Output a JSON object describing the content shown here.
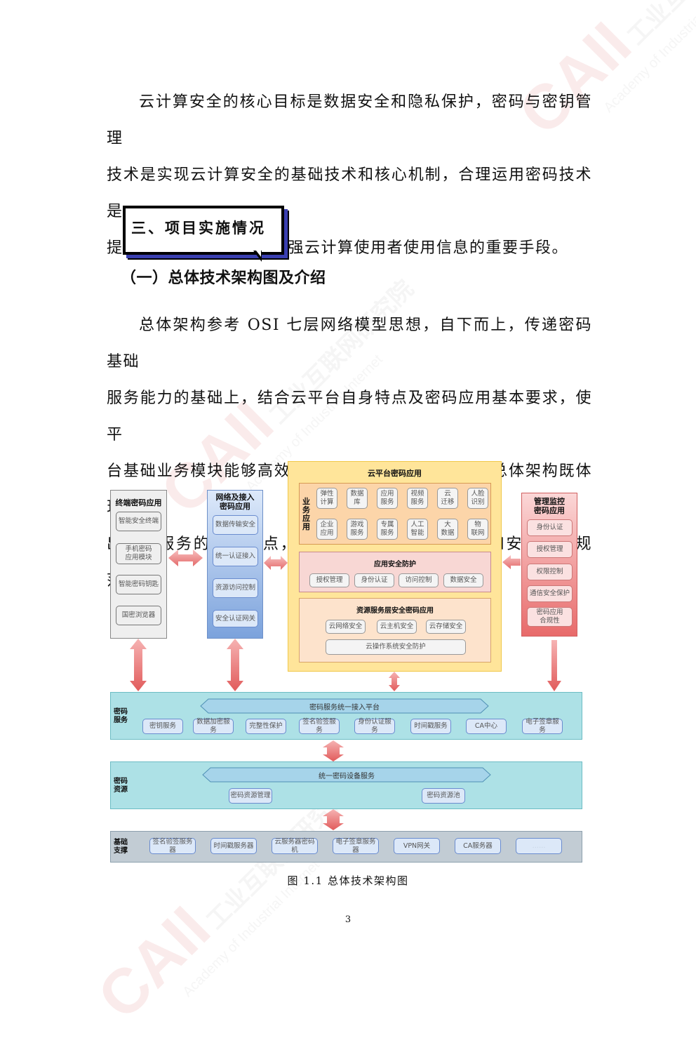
{
  "watermark": {
    "logo": "CAII",
    "org_zh": "工业互联网研究院",
    "org_en": "Academy of Industrial Internet"
  },
  "paragraphs": {
    "p1": [
      "云计算安全的核心目标是数据安全和隐私保护，密码与密钥管理",
      "技术是实现云计算安全的基础技术和核心机制，合理运用密码技术是",
      "提高云计算应用安全、增强云计算使用者使用信息的重要手段。"
    ],
    "p2": [
      "总体架构参考 OSI 七层网络模型思想，自下而上，传递密码基础",
      "服务能力的基础上，结合云平台自身特点及密码应用基本要求，使平",
      "台基础业务模块能够高效、集约化地调用密码功能。总体架构既体现",
      "出密码服务的技术特点，又兼顾了相应的密钥管理和安全管理规范。"
    ]
  },
  "section_title": "三、项目实施情况",
  "subsection_title": "（一）总体技术架构图及介绍",
  "diagram": {
    "terminal": {
      "title": "终端密码应用",
      "items": [
        "智能安全终端",
        "手机密码\n应用模块",
        "智能密码钥匙",
        "国密浏览器"
      ]
    },
    "network": {
      "title": "网络及接入\n密码应用",
      "items": [
        "数据传输安全",
        "统一认证接入",
        "资源访问控制",
        "安全认证网关"
      ]
    },
    "cloud": {
      "title": "云平台密码应用",
      "business": {
        "label": "业\n务\n应\n用",
        "row1": [
          "弹性\n计算",
          "数据\n库",
          "应用\n服务",
          "视频\n服务",
          "云\n迁移",
          "人脸\n识别"
        ],
        "row2": [
          "企业\n应用",
          "游戏\n服务",
          "专属\n服务",
          "人工\n智能",
          "大\n数据",
          "物\n联网"
        ]
      },
      "app_security": {
        "title": "应用安全防护",
        "items": [
          "授权管理",
          "身份认证",
          "访问控制",
          "数据安全"
        ]
      },
      "resource_security": {
        "title": "资源服务层安全密码应用",
        "items": [
          "云网络安全",
          "云主机安全",
          "云存储安全"
        ],
        "wide_item": "云操作系统安全防护"
      }
    },
    "management": {
      "title": "管理监控\n密码应用",
      "items": [
        "身份认证",
        "授权管理",
        "权限控制",
        "通信安全保护",
        "密码应用\n合规性"
      ]
    },
    "crypto_service": {
      "label": "密码\n服务",
      "platform": "密码服务统一接入平台",
      "items": [
        "密钥服务",
        "数据加密服务",
        "完整性保护",
        "签名验签服务",
        "身份认证服务",
        "时间戳服务",
        "CA中心",
        "电子签章服务"
      ]
    },
    "crypto_resource": {
      "label": "密码\n资源",
      "platform": "统一密码设备服务",
      "items": [
        "密码资源管理",
        "密码资源池"
      ]
    },
    "base_support": {
      "label": "基础\n支撑",
      "items": [
        "签名验签服务器",
        "时间戳服务器",
        "云服务器密码机",
        "电子签章服务器",
        "VPN网关",
        "CA服务器",
        "……"
      ]
    },
    "colors": {
      "arrow": "#e46a6a",
      "terminal_bg": "#efefef",
      "network_bg": "#7ba2dc",
      "cloud_bg": "#ffe59a",
      "management_bg": "#e86a6a",
      "service_band": "#ade1e6",
      "base_band": "#c2ccd4"
    }
  },
  "caption": "图 1.1  总体技术架构图",
  "page_number": "3"
}
